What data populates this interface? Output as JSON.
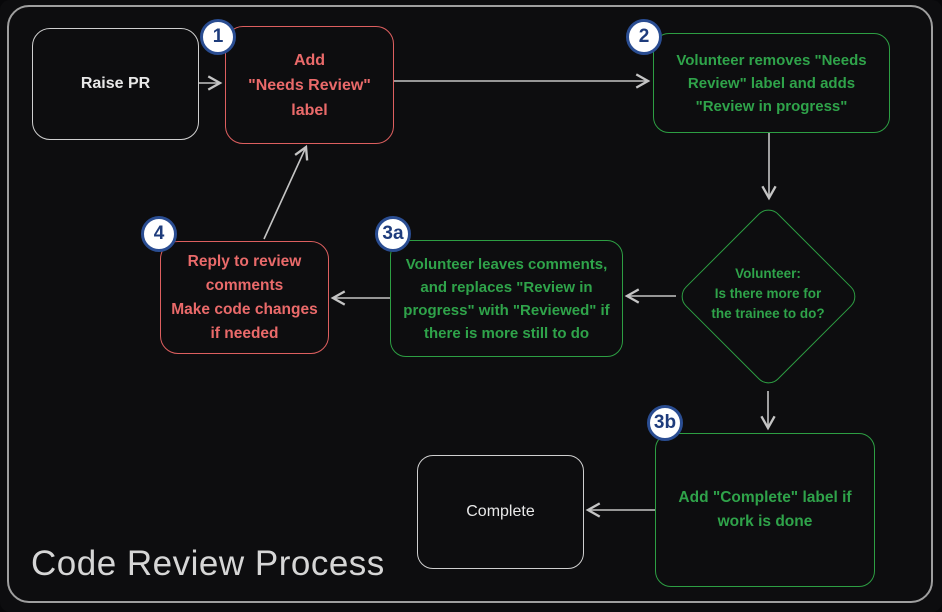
{
  "title": "Code Review Process",
  "colors": {
    "background": "#0d0d0f",
    "frame_border": "#9f9f9f",
    "red_accent": "#dd5f5f",
    "green_accent": "#2d9e43",
    "neutral_accent": "#cfcfcf",
    "arrow": "#c4c4c4",
    "badge_fill": "#ffffff",
    "badge_border": "#2a4d92",
    "badge_text": "#1e3c7c",
    "title_text": "#d6d6d6"
  },
  "badges": {
    "step1": "1",
    "step2": "2",
    "step3a": "3a",
    "step4": "4",
    "step3b": "3b"
  },
  "nodes": {
    "raise_pr": {
      "lines": [
        "Raise PR"
      ]
    },
    "add_needs_review": {
      "lines": [
        "Add",
        "\"Needs Review\"",
        "label"
      ]
    },
    "volunteer_removes": {
      "lines": [
        "Volunteer removes \"Needs",
        "Review\" label and adds",
        "\"Review in progress\""
      ]
    },
    "decision": {
      "lines": [
        "Volunteer:",
        "Is there more for",
        "the trainee to do?"
      ]
    },
    "leaves_comments": {
      "lines": [
        "Volunteer leaves comments,",
        "and replaces \"Review in",
        "progress\" with \"Reviewed\" if",
        "there is more still to do"
      ]
    },
    "reply_comments": {
      "lines": [
        "Reply to review",
        "comments",
        "Make code changes",
        "if needed"
      ]
    },
    "add_complete": {
      "lines": [
        "Add \"Complete\" label if",
        "work is done"
      ]
    },
    "complete": {
      "lines": [
        "Complete"
      ]
    }
  }
}
